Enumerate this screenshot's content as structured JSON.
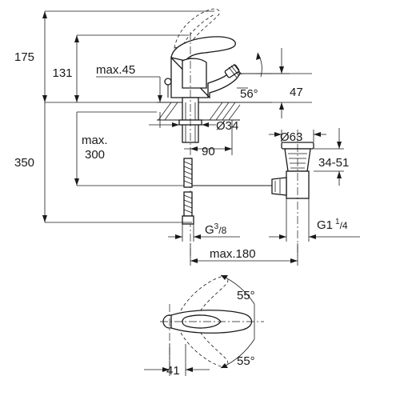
{
  "dimensions": {
    "h175": "175",
    "h131": "131",
    "max45": "max.45",
    "angle56": "56°",
    "d47": "47",
    "dia34": "Ø34",
    "dia63": "Ø63",
    "max_label": "max.",
    "h300": "300",
    "h350": "350",
    "d90": "90",
    "r34_51": "34-51",
    "g38_base": "G",
    "g38_sup": "3",
    "g38_sub": "/8",
    "g114_base": "G1",
    "g114_sup": "1",
    "g114_sub": "/4",
    "max180": "max.180",
    "angle55_top": "55°",
    "angle55_bottom": "55°",
    "d41": "41"
  }
}
